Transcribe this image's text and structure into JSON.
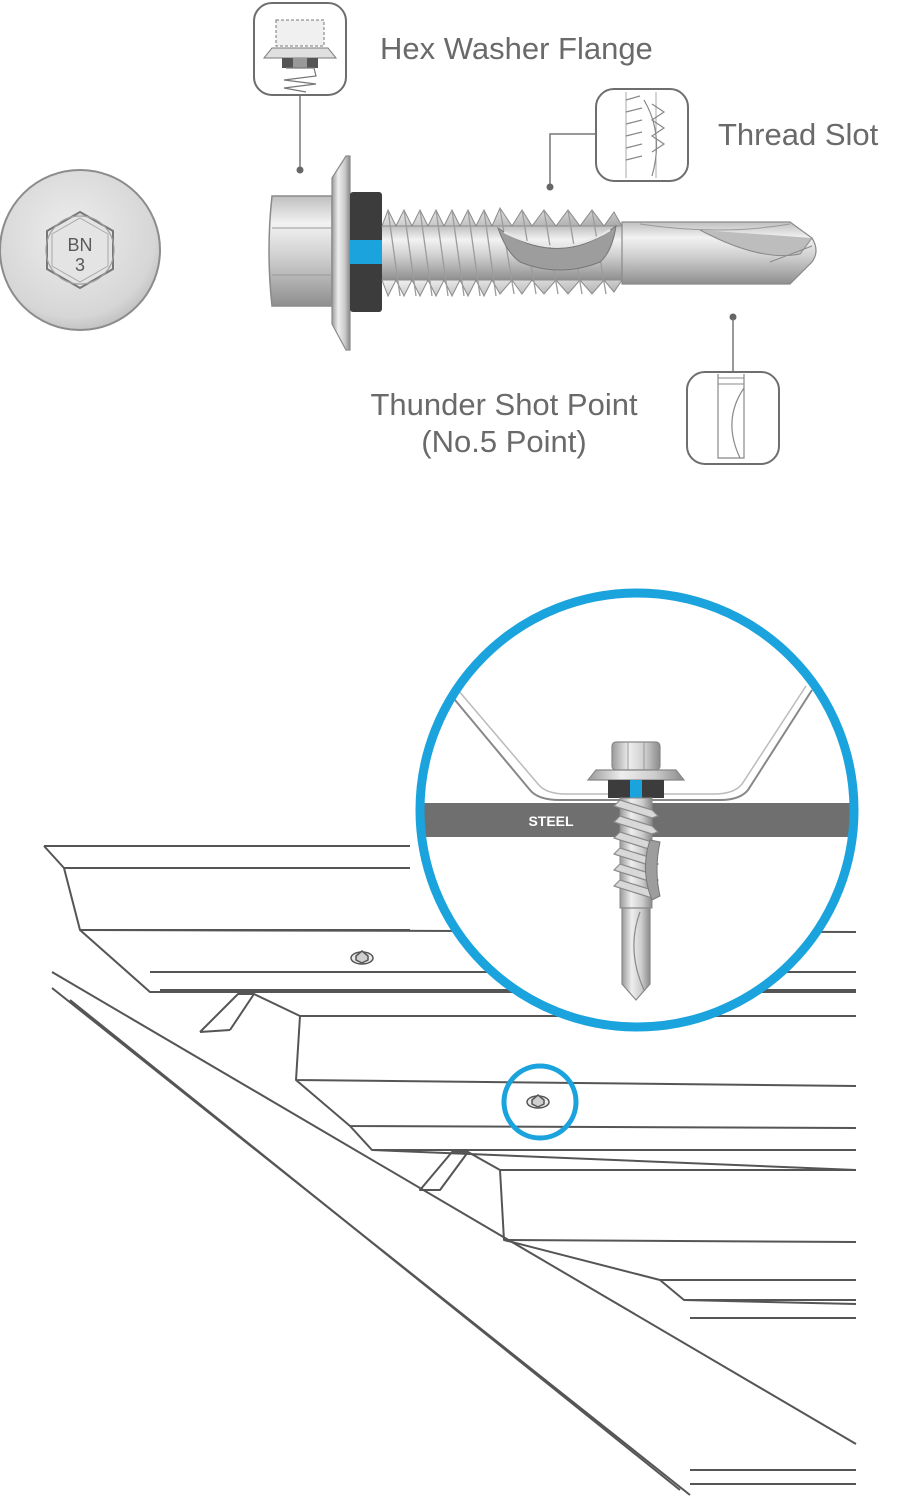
{
  "head_marking": {
    "line1": "BN",
    "line2": "3"
  },
  "callouts": {
    "hex_washer_flange": "Hex Washer Flange",
    "thread_slot": "Thread Slot",
    "point_line1": "Thunder Shot Point",
    "point_line2": "(No.5 Point)"
  },
  "detail": {
    "steel_label": "STEEL"
  },
  "colors": {
    "accent_blue": "#1aa3dc",
    "washer_dark": "#3c3c3c",
    "outline_gray": "#6e6e6e",
    "steel_band": "#6f6f6f",
    "metal_light": "#d9d9d9"
  }
}
